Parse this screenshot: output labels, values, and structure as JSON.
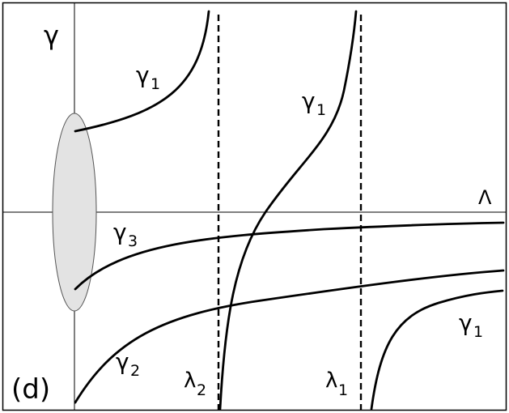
{
  "figure": {
    "panel_label": "(d)",
    "vertical_axis_label": "γ",
    "horizontal_axis_label": "Λ",
    "curve_labels": {
      "gamma1_upper_left": {
        "base": "γ",
        "sub": "1"
      },
      "gamma1_middle": {
        "base": "γ",
        "sub": "1"
      },
      "gamma1_lower_right": {
        "base": "γ",
        "sub": "1"
      },
      "gamma3": {
        "base": "γ",
        "sub": "3"
      },
      "gamma2": {
        "base": "γ",
        "sub": "2"
      }
    },
    "asymptote_labels": {
      "lambda2": {
        "base": "λ",
        "sub": "2"
      },
      "lambda1": {
        "base": "λ",
        "sub": "1"
      }
    },
    "colors": {
      "curve": "#000000",
      "axis": "#000000",
      "ellipse_fill": "#e3e3e3",
      "ellipse_stroke": "#555555"
    }
  }
}
